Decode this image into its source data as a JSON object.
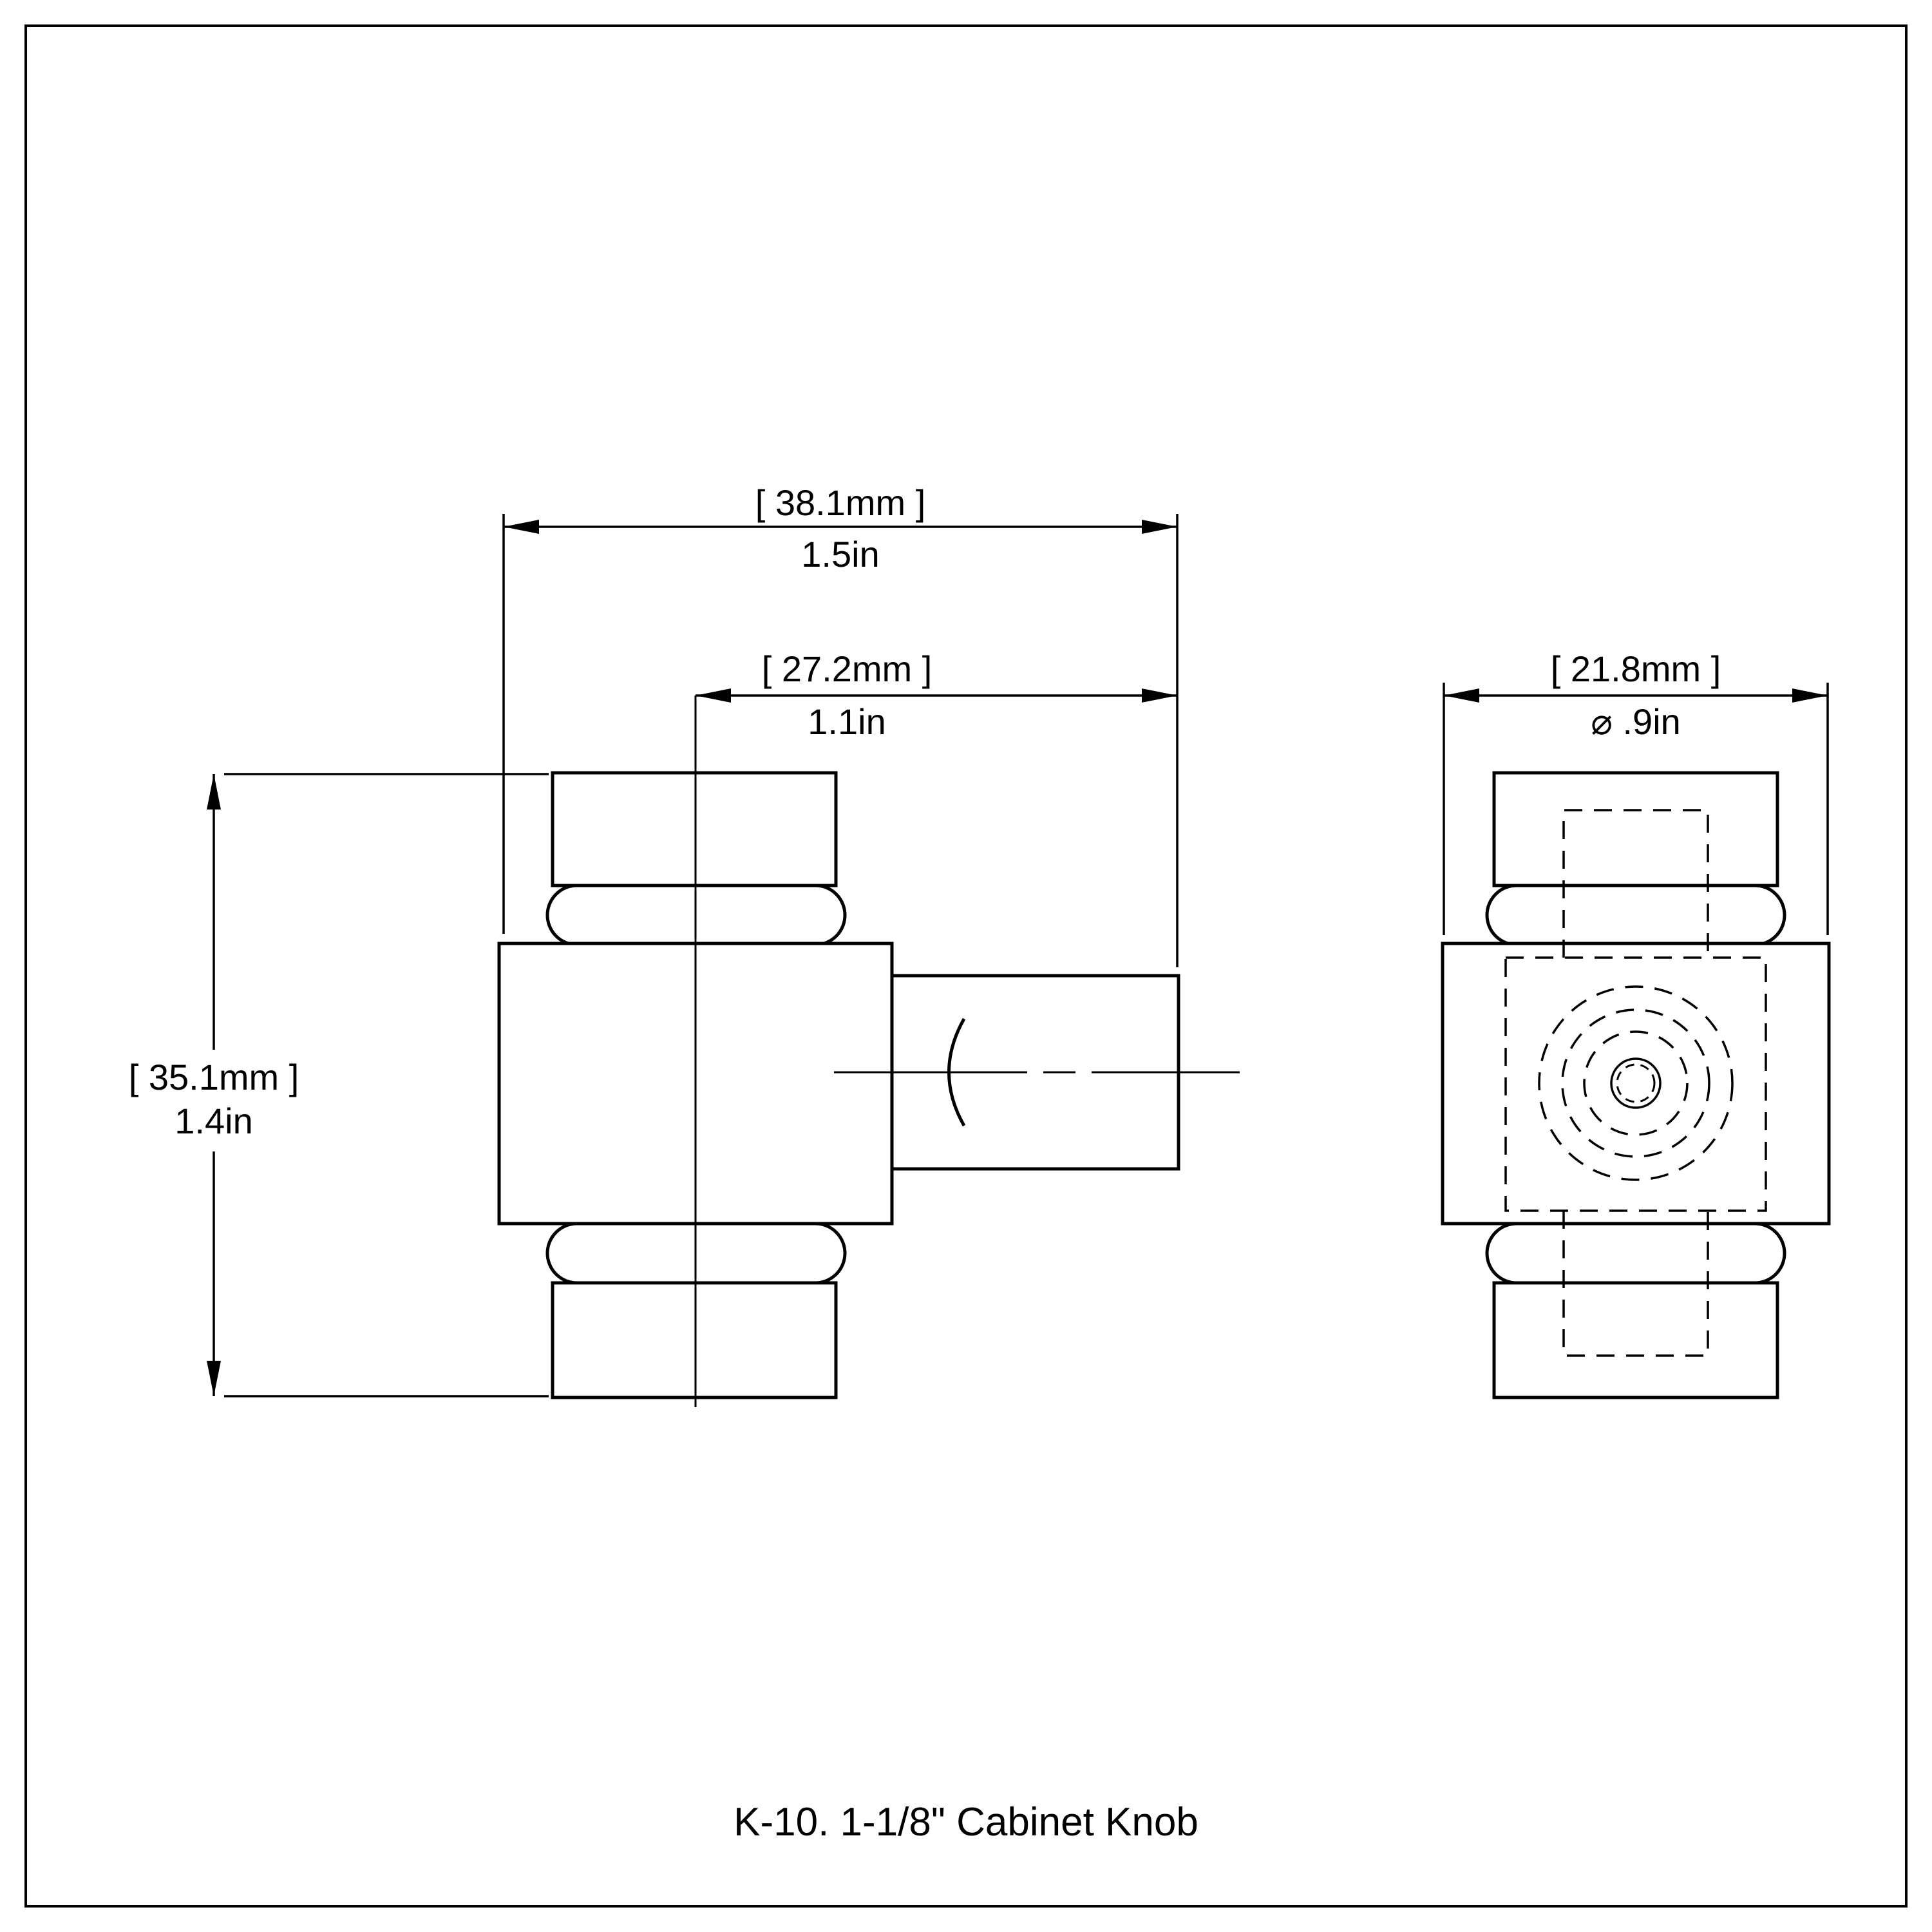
{
  "title": {
    "label": "K-10. 1-1/8\" Cabinet Knob"
  },
  "dims": {
    "overall_width": {
      "mm": "[ 38.1mm ]",
      "inch": "1.5in"
    },
    "projection": {
      "mm": "[ 27.2mm ]",
      "inch": "1.1in"
    },
    "diameter": {
      "mm": "[ 21.8mm ]",
      "inch": "⌀ .9in"
    },
    "overall_height": {
      "mm": "[ 35.1mm ]",
      "inch": "1.4in"
    }
  },
  "colors": {
    "background": "#ffffff",
    "ink": "#000000"
  }
}
